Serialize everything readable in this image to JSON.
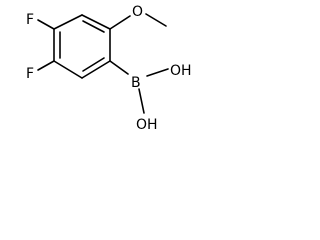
{
  "molecule": {
    "atoms": {
      "fluorine_top": "F",
      "fluorine_bottom": "F",
      "methoxy_oxygen": "O",
      "boron": "B",
      "hydroxyl_top": "OH",
      "hydroxyl_bottom": "OH"
    }
  }
}
